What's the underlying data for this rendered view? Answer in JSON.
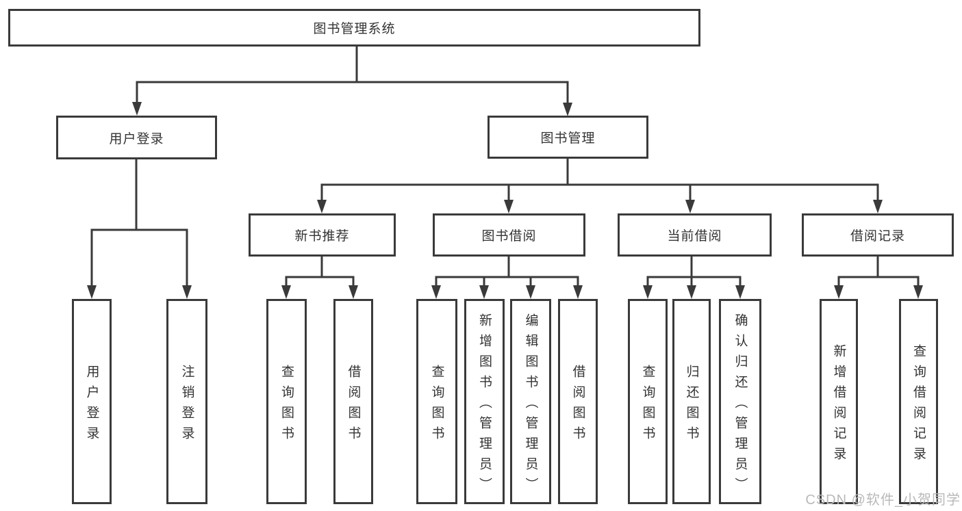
{
  "root": {
    "label": "图书管理系统"
  },
  "branches": [
    {
      "label": "用户登录",
      "children": [
        {
          "label": "用户登录"
        },
        {
          "label": "注销登录"
        }
      ]
    },
    {
      "label": "图书管理",
      "children": [
        {
          "label": "新书推荐",
          "children": [
            {
              "label": "查询图书"
            },
            {
              "label": "借阅图书"
            }
          ]
        },
        {
          "label": "图书借阅",
          "children": [
            {
              "label": "查询图书"
            },
            {
              "label": "新增图书（管理员）"
            },
            {
              "label": "编辑图书（管理员）"
            },
            {
              "label": "借阅图书"
            }
          ]
        },
        {
          "label": "当前借阅",
          "children": [
            {
              "label": "查询图书"
            },
            {
              "label": "归还图书"
            },
            {
              "label": "确认归还（管理员）"
            }
          ]
        },
        {
          "label": "借阅记录",
          "children": [
            {
              "label": "新增借阅记录"
            },
            {
              "label": "查询借阅记录"
            }
          ]
        }
      ]
    }
  ],
  "watermark": {
    "text": "CSDN @软件_小贺同学"
  },
  "colors": {
    "line": "#3a3a3a",
    "box_border": "#3a3a3a",
    "box_fill": "#ffffff",
    "text": "#333333",
    "watermark": "#b9b9b9",
    "background": "#ffffff"
  }
}
